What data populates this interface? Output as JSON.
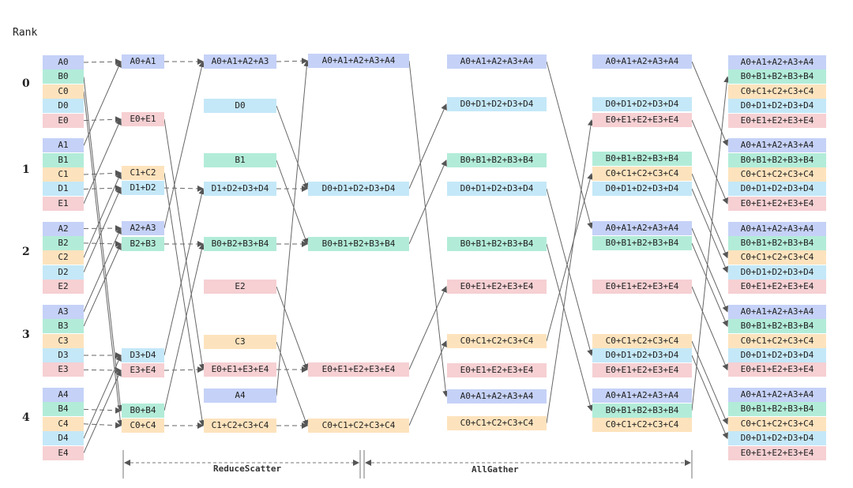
{
  "rank_label": "Rank",
  "ranks": [
    "0",
    "1",
    "2",
    "3",
    "4"
  ],
  "phases": {
    "reduce_scatter": "ReduceScatter",
    "all_gather": "AllGather"
  },
  "colors": {
    "A": "#c5d1f7",
    "B": "#b2ecd8",
    "C": "#fde3bd",
    "D": "#c4e8f8",
    "E": "#f6d0d3"
  },
  "columns": {
    "c0": [
      {
        "id": "A0",
        "label": "A0",
        "color": "A"
      },
      {
        "id": "B0",
        "label": "B0",
        "color": "B"
      },
      {
        "id": "C0",
        "label": "C0",
        "color": "C"
      },
      {
        "id": "D0",
        "label": "D0",
        "color": "D"
      },
      {
        "id": "E0",
        "label": "E0",
        "color": "E"
      },
      {
        "id": "A1",
        "label": "A1",
        "color": "A"
      },
      {
        "id": "B1",
        "label": "B1",
        "color": "B"
      },
      {
        "id": "C1",
        "label": "C1",
        "color": "C"
      },
      {
        "id": "D1",
        "label": "D1",
        "color": "D"
      },
      {
        "id": "E1",
        "label": "E1",
        "color": "E"
      },
      {
        "id": "A2",
        "label": "A2",
        "color": "A"
      },
      {
        "id": "B2",
        "label": "B2",
        "color": "B"
      },
      {
        "id": "C2",
        "label": "C2",
        "color": "C"
      },
      {
        "id": "D2",
        "label": "D2",
        "color": "D"
      },
      {
        "id": "E2",
        "label": "E2",
        "color": "E"
      },
      {
        "id": "A3",
        "label": "A3",
        "color": "A"
      },
      {
        "id": "B3",
        "label": "B3",
        "color": "B"
      },
      {
        "id": "C3",
        "label": "C3",
        "color": "C"
      },
      {
        "id": "D3",
        "label": "D3",
        "color": "D"
      },
      {
        "id": "E3",
        "label": "E3",
        "color": "E"
      },
      {
        "id": "A4",
        "label": "A4",
        "color": "A"
      },
      {
        "id": "B4",
        "label": "B4",
        "color": "B"
      },
      {
        "id": "C4",
        "label": "C4",
        "color": "C"
      },
      {
        "id": "D4",
        "label": "D4",
        "color": "D"
      },
      {
        "id": "E4",
        "label": "E4",
        "color": "E"
      }
    ],
    "c1": [
      {
        "id": "s1_A01",
        "label": "A0+A1",
        "color": "A"
      },
      {
        "id": "s1_E01",
        "label": "E0+E1",
        "color": "E"
      },
      {
        "id": "s1_C12",
        "label": "C1+C2",
        "color": "C"
      },
      {
        "id": "s1_D12",
        "label": "D1+D2",
        "color": "D"
      },
      {
        "id": "s1_A23",
        "label": "A2+A3",
        "color": "A"
      },
      {
        "id": "s1_B23",
        "label": "B2+B3",
        "color": "B"
      },
      {
        "id": "s1_D34",
        "label": "D3+D4",
        "color": "D"
      },
      {
        "id": "s1_E34",
        "label": "E3+E4",
        "color": "E"
      },
      {
        "id": "s1_B04",
        "label": "B0+B4",
        "color": "B"
      },
      {
        "id": "s1_C04",
        "label": "C0+C4",
        "color": "C"
      }
    ],
    "c2": [
      {
        "id": "s2_A",
        "label": "A0+A1+A2+A3",
        "color": "A"
      },
      {
        "id": "s2_D0",
        "label": "D0",
        "color": "D"
      },
      {
        "id": "s2_B1",
        "label": "B1",
        "color": "B"
      },
      {
        "id": "s2_D",
        "label": "D1+D2+D3+D4",
        "color": "D"
      },
      {
        "id": "s2_B",
        "label": "B0+B2+B3+B4",
        "color": "B"
      },
      {
        "id": "s2_E2",
        "label": "E2",
        "color": "E"
      },
      {
        "id": "s2_C3",
        "label": "C3",
        "color": "C"
      },
      {
        "id": "s2_E",
        "label": "E0+E1+E3+E4",
        "color": "E"
      },
      {
        "id": "s2_A4",
        "label": "A4",
        "color": "A"
      },
      {
        "id": "s2_C",
        "label": "C1+C2+C3+C4",
        "color": "C"
      }
    ],
    "c3": [
      {
        "id": "s3_A",
        "label": "A0+A1+A2+A3+A4",
        "color": "A"
      },
      {
        "id": "s3_D",
        "label": "D0+D1+D2+D3+D4",
        "color": "D"
      },
      {
        "id": "s3_B",
        "label": "B0+B1+B2+B3+B4",
        "color": "B"
      },
      {
        "id": "s3_E",
        "label": "E0+E1+E2+E3+E4",
        "color": "E"
      },
      {
        "id": "s3_C",
        "label": "C0+C1+C2+C3+C4",
        "color": "C"
      }
    ],
    "c4": [
      {
        "id": "g1_A0",
        "label": "A0+A1+A2+A3+A4",
        "color": "A"
      },
      {
        "id": "g1_D0",
        "label": "D0+D1+D2+D3+D4",
        "color": "D"
      },
      {
        "id": "g1_B1",
        "label": "B0+B1+B2+B3+B4",
        "color": "B"
      },
      {
        "id": "g1_D1",
        "label": "D0+D1+D2+D3+D4",
        "color": "D"
      },
      {
        "id": "g1_B2",
        "label": "B0+B1+B2+B3+B4",
        "color": "B"
      },
      {
        "id": "g1_E2",
        "label": "E0+E1+E2+E3+E4",
        "color": "E"
      },
      {
        "id": "g1_C3",
        "label": "C0+C1+C2+C3+C4",
        "color": "C"
      },
      {
        "id": "g1_E3",
        "label": "E0+E1+E2+E3+E4",
        "color": "E"
      },
      {
        "id": "g1_A4",
        "label": "A0+A1+A2+A3+A4",
        "color": "A"
      },
      {
        "id": "g1_C4",
        "label": "C0+C1+C2+C3+C4",
        "color": "C"
      }
    ],
    "c5": [
      {
        "id": "g2_A0",
        "label": "A0+A1+A2+A3+A4",
        "color": "A"
      },
      {
        "id": "g2_D0",
        "label": "D0+D1+D2+D3+D4",
        "color": "D"
      },
      {
        "id": "g2_E0",
        "label": "E0+E1+E2+E3+E4",
        "color": "E"
      },
      {
        "id": "g2_B1",
        "label": "B0+B1+B2+B3+B4",
        "color": "B"
      },
      {
        "id": "g2_C1",
        "label": "C0+C1+C2+C3+C4",
        "color": "C"
      },
      {
        "id": "g2_D1",
        "label": "D0+D1+D2+D3+D4",
        "color": "D"
      },
      {
        "id": "g2_A2",
        "label": "A0+A1+A2+A3+A4",
        "color": "A"
      },
      {
        "id": "g2_B2",
        "label": "B0+B1+B2+B3+B4",
        "color": "B"
      },
      {
        "id": "g2_E2",
        "label": "E0+E1+E2+E3+E4",
        "color": "E"
      },
      {
        "id": "g2_C3",
        "label": "C0+C1+C2+C3+C4",
        "color": "C"
      },
      {
        "id": "g2_D3",
        "label": "D0+D1+D2+D3+D4",
        "color": "D"
      },
      {
        "id": "g2_E3",
        "label": "E0+E1+E2+E3+E4",
        "color": "E"
      },
      {
        "id": "g2_A4",
        "label": "A0+A1+A2+A3+A4",
        "color": "A"
      },
      {
        "id": "g2_B4",
        "label": "B0+B1+B2+B3+B4",
        "color": "B"
      },
      {
        "id": "g2_C4",
        "label": "C0+C1+C2+C3+C4",
        "color": "C"
      }
    ],
    "c6": [
      {
        "id": "f_A0",
        "label": "A0+A1+A2+A3+A4",
        "color": "A"
      },
      {
        "id": "f_B0",
        "label": "B0+B1+B2+B3+B4",
        "color": "B"
      },
      {
        "id": "f_C0",
        "label": "C0+C1+C2+C3+C4",
        "color": "C"
      },
      {
        "id": "f_D0",
        "label": "D0+D1+D2+D3+D4",
        "color": "D"
      },
      {
        "id": "f_E0",
        "label": "E0+E1+E2+E3+E4",
        "color": "E"
      },
      {
        "id": "f_A1",
        "label": "A0+A1+A2+A3+A4",
        "color": "A"
      },
      {
        "id": "f_B1",
        "label": "B0+B1+B2+B3+B4",
        "color": "B"
      },
      {
        "id": "f_C1",
        "label": "C0+C1+C2+C3+C4",
        "color": "C"
      },
      {
        "id": "f_D1",
        "label": "D0+D1+D2+D3+D4",
        "color": "D"
      },
      {
        "id": "f_E1",
        "label": "E0+E1+E2+E3+E4",
        "color": "E"
      },
      {
        "id": "f_A2",
        "label": "A0+A1+A2+A3+A4",
        "color": "A"
      },
      {
        "id": "f_B2",
        "label": "B0+B1+B2+B3+B4",
        "color": "B"
      },
      {
        "id": "f_C2",
        "label": "C0+C1+C2+C3+C4",
        "color": "C"
      },
      {
        "id": "f_D2",
        "label": "D0+D1+D2+D3+D4",
        "color": "D"
      },
      {
        "id": "f_E2",
        "label": "E0+E1+E2+E3+E4",
        "color": "E"
      },
      {
        "id": "f_A3",
        "label": "A0+A1+A2+A3+A4",
        "color": "A"
      },
      {
        "id": "f_B3",
        "label": "B0+B1+B2+B3+B4",
        "color": "B"
      },
      {
        "id": "f_C3",
        "label": "C0+C1+C2+C3+C4",
        "color": "C"
      },
      {
        "id": "f_D3",
        "label": "D0+D1+D2+D3+D4",
        "color": "D"
      },
      {
        "id": "f_E3",
        "label": "E0+E1+E2+E3+E4",
        "color": "E"
      },
      {
        "id": "f_A4",
        "label": "A0+A1+A2+A3+A4",
        "color": "A"
      },
      {
        "id": "f_B4",
        "label": "B0+B1+B2+B3+B4",
        "color": "B"
      },
      {
        "id": "f_C4",
        "label": "C0+C1+C2+C3+C4",
        "color": "C"
      },
      {
        "id": "f_D4",
        "label": "D0+D1+D2+D3+D4",
        "color": "D"
      },
      {
        "id": "f_E4",
        "label": "E0+E1+E2+E3+E4",
        "color": "E"
      }
    ]
  },
  "links": [
    [
      "A0",
      "s1_A01",
      "d"
    ],
    [
      "A1",
      "s1_A01",
      "s"
    ],
    [
      "E0",
      "s1_E01",
      "d"
    ],
    [
      "E1",
      "s1_E01",
      "s"
    ],
    [
      "C1",
      "s1_C12",
      "d"
    ],
    [
      "C2",
      "s1_C12",
      "s"
    ],
    [
      "D1",
      "s1_D12",
      "d"
    ],
    [
      "D2",
      "s1_D12",
      "s"
    ],
    [
      "A2",
      "s1_A23",
      "d"
    ],
    [
      "A3",
      "s1_A23",
      "s"
    ],
    [
      "B2",
      "s1_B23",
      "d"
    ],
    [
      "B3",
      "s1_B23",
      "s"
    ],
    [
      "D3",
      "s1_D34",
      "d"
    ],
    [
      "D4",
      "s1_D34",
      "s"
    ],
    [
      "E3",
      "s1_E34",
      "d"
    ],
    [
      "E4",
      "s1_E34",
      "s"
    ],
    [
      "B4",
      "s1_B04",
      "d"
    ],
    [
      "B0",
      "s1_B04",
      "s"
    ],
    [
      "C4",
      "s1_C04",
      "d"
    ],
    [
      "C0",
      "s1_C04",
      "s"
    ],
    [
      "s1_A01",
      "s2_A",
      "d"
    ],
    [
      "s1_A23",
      "s2_A",
      "s"
    ],
    [
      "s1_D12",
      "s2_D",
      "d"
    ],
    [
      "s1_D34",
      "s2_D",
      "s"
    ],
    [
      "s1_B23",
      "s2_B",
      "d"
    ],
    [
      "s1_B04",
      "s2_B",
      "s"
    ],
    [
      "s1_E34",
      "s2_E",
      "d"
    ],
    [
      "s1_E01",
      "s2_E",
      "s"
    ],
    [
      "s1_C04",
      "s2_C",
      "d"
    ],
    [
      "s1_C12",
      "s2_C",
      "s"
    ],
    [
      "s2_A",
      "s3_A",
      "d"
    ],
    [
      "s2_A4",
      "s3_A",
      "s"
    ],
    [
      "s2_D",
      "s3_D",
      "d"
    ],
    [
      "s2_D0",
      "s3_D",
      "s"
    ],
    [
      "s2_B",
      "s3_B",
      "d"
    ],
    [
      "s2_B1",
      "s3_B",
      "s"
    ],
    [
      "s2_E",
      "s3_E",
      "d"
    ],
    [
      "s2_E2",
      "s3_E",
      "s"
    ],
    [
      "s2_C",
      "s3_C",
      "d"
    ],
    [
      "s2_C3",
      "s3_C",
      "s"
    ],
    [
      "s3_A",
      "g1_A4",
      "s"
    ],
    [
      "s3_D",
      "g1_D0",
      "s"
    ],
    [
      "s3_B",
      "g1_B1",
      "s"
    ],
    [
      "s3_E",
      "g1_E2",
      "s"
    ],
    [
      "s3_C",
      "g1_C3",
      "s"
    ],
    [
      "g1_A0",
      "g2_A2",
      "s"
    ],
    [
      "g1_D1",
      "g2_D3",
      "s"
    ],
    [
      "g1_B2",
      "g2_B4",
      "s"
    ],
    [
      "g1_C3",
      "g2_C1",
      "s"
    ],
    [
      "g1_C4",
      "g2_E0",
      "s"
    ],
    [
      "g2_A0",
      "f_A1",
      "s"
    ],
    [
      "g2_E0",
      "f_E1",
      "s"
    ],
    [
      "g2_D1",
      "f_D2",
      "s"
    ],
    [
      "g2_A2",
      "f_A3",
      "s"
    ],
    [
      "g2_E2",
      "f_E3",
      "s"
    ],
    [
      "g2_D3",
      "f_D4",
      "s"
    ],
    [
      "g2_B4",
      "f_B0",
      "s"
    ],
    [
      "g2_C1",
      "f_C2",
      "s"
    ],
    [
      "g2_B2",
      "f_B3",
      "s"
    ],
    [
      "g2_C3",
      "f_C4",
      "s"
    ]
  ]
}
